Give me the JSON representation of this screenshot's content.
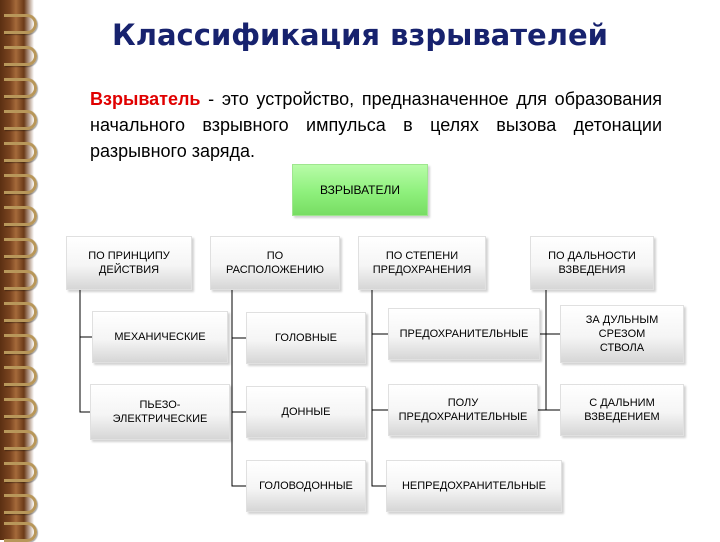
{
  "slide": {
    "title": "Классификация взрывателей",
    "definition": {
      "term": "Взрыватель",
      "text": " - это устройство, предназначенное для образования начального взрывного импульса в целях вызова детонации разрывного заряда."
    }
  },
  "diagram": {
    "root": "ВЗРЫВАТЕЛИ",
    "categories": [
      {
        "label": "ПО ПРИНЦИПУ\nДЕЙСТВИЯ",
        "items": [
          "МЕХАНИЧЕСКИЕ",
          "ПЬЕЗО-\nЭЛЕКТРИЧЕСКИЕ"
        ]
      },
      {
        "label": "ПО\nРАСПОЛОЖЕНИЮ",
        "items": [
          "ГОЛОВНЫЕ",
          "ДОННЫЕ",
          "ГОЛОВОДОННЫЕ"
        ]
      },
      {
        "label": "ПО СТЕПЕНИ\nПРЕДОХРАНЕНИЯ",
        "items": [
          "ПРЕДОХРАНИТЕЛЬНЫЕ",
          "ПОЛУ\nПРЕДОХРАНИТЕЛЬНЫЕ",
          "НЕПРЕДОХРАНИТЕЛЬНЫЕ"
        ]
      },
      {
        "label": "ПО ДАЛЬНОСТИ\nВЗВЕДЕНИЯ",
        "items": [
          "ЗА ДУЛЬНЫМ\nСРЕЗОМ\nСТВОЛА",
          "С ДАЛЬНИМ\nВЗВЕДЕНИЕМ"
        ]
      }
    ],
    "colors": {
      "root_fill": "#8ef07c",
      "node_fill": "#f5f5f5",
      "connector": "#000000",
      "title": "#17226e",
      "term": "#e00000"
    }
  }
}
